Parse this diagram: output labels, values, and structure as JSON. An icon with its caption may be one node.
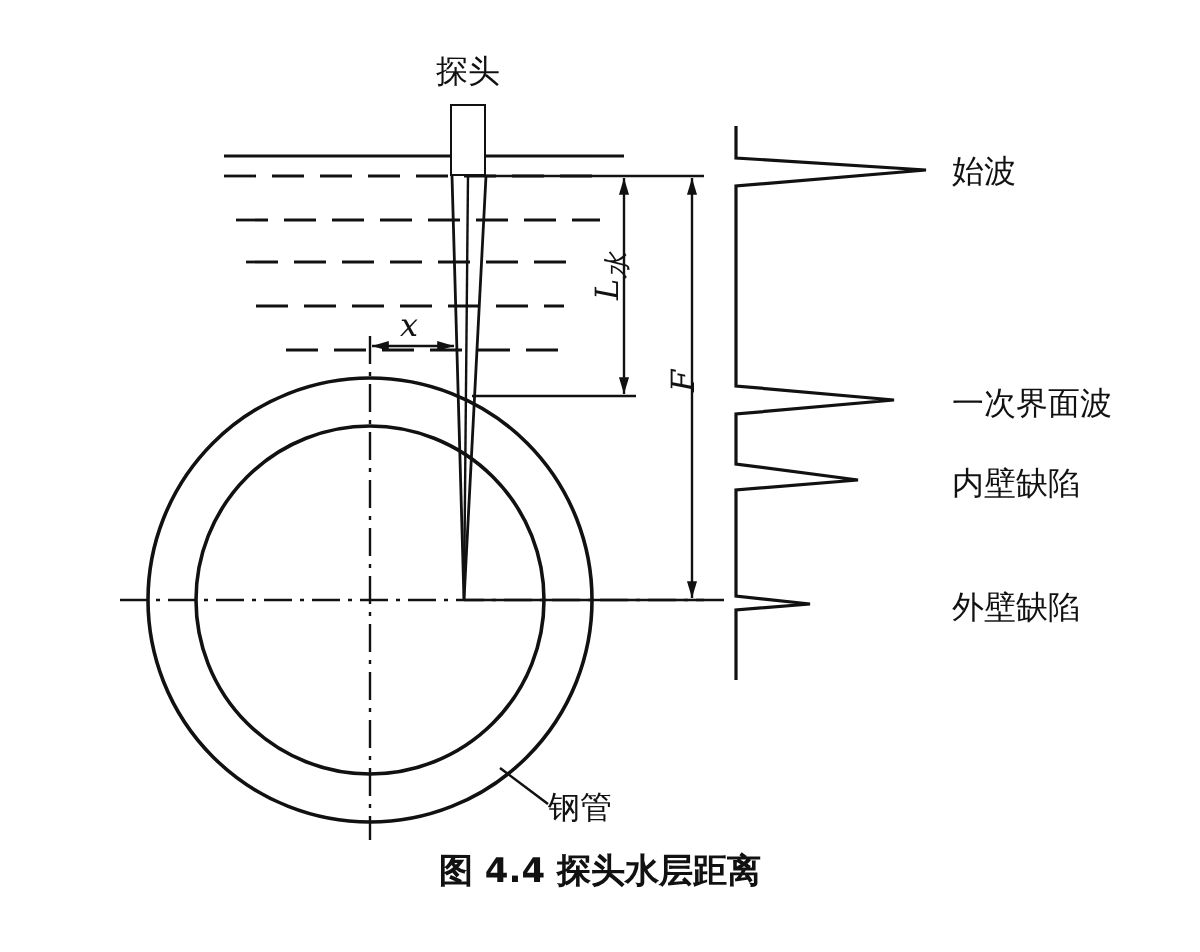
{
  "diagram": {
    "caption": "图 4.4 探头水层距离",
    "nodes": [
      {
        "text": [
          "探头"
        ]
      },
      {
        "text": [
          "钢管"
        ]
      },
      {
        "text": [],
        "shape": "circle"
      }
    ],
    "edges": [
      {
        "from": 1,
        "to": 2,
        "arrow": "none"
      }
    ],
    "labels": [
      "始波",
      "L$_{水}$",
      "x",
      "F",
      "一次界面波",
      "内壁缺陷",
      "外壁缺陷"
    ]
  }
}
